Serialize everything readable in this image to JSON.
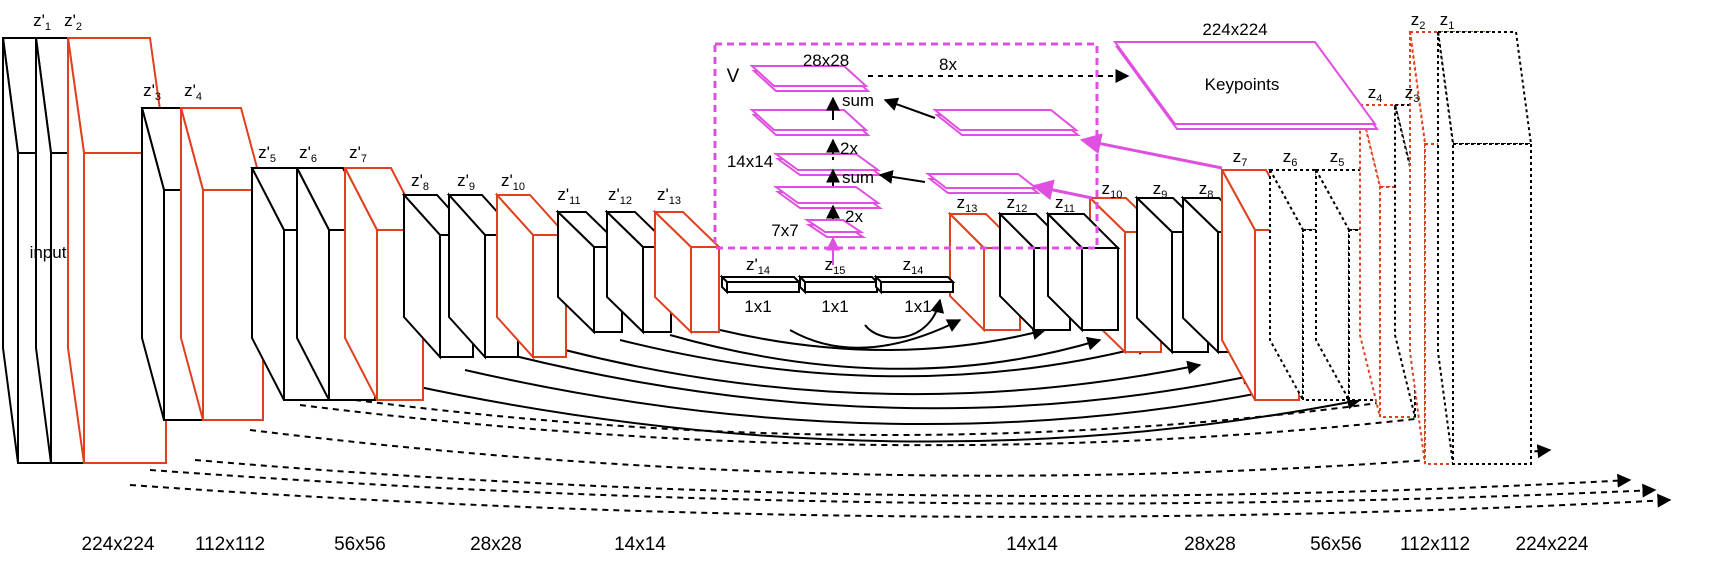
{
  "input_label": "input",
  "keypoints_label": "Keypoints",
  "keypoints_dim": "224x224",
  "box_v": "V",
  "up_labels": [
    "28x28",
    "14x14",
    "7x7",
    "8x",
    "2x",
    "2x",
    "sum",
    "sum"
  ],
  "bottom_dims": [
    "224x224",
    "112x112",
    "56x56",
    "28x28",
    "14x14",
    "14x14",
    "28x28",
    "56x56",
    "112x112",
    "224x224"
  ],
  "bottleneck_dims": [
    "1x1",
    "1x1",
    "1x1"
  ],
  "bottleneck_labels": [
    {
      "base": "z'",
      "sub": "14"
    },
    {
      "base": "z",
      "sub": "15"
    },
    {
      "base": "z",
      "sub": "14"
    }
  ],
  "encoder_labels": [
    {
      "base": "z'",
      "sub": "1"
    },
    {
      "base": "z'",
      "sub": "2"
    },
    {
      "base": "z'",
      "sub": "3"
    },
    {
      "base": "z'",
      "sub": "4"
    },
    {
      "base": "z'",
      "sub": "5"
    },
    {
      "base": "z'",
      "sub": "6"
    },
    {
      "base": "z'",
      "sub": "7"
    },
    {
      "base": "z'",
      "sub": "8"
    },
    {
      "base": "z'",
      "sub": "9"
    },
    {
      "base": "z'",
      "sub": "10"
    },
    {
      "base": "z'",
      "sub": "11"
    },
    {
      "base": "z'",
      "sub": "12"
    },
    {
      "base": "z'",
      "sub": "13"
    }
  ],
  "decoder_labels": [
    {
      "base": "z",
      "sub": "13"
    },
    {
      "base": "z",
      "sub": "12"
    },
    {
      "base": "z",
      "sub": "11"
    },
    {
      "base": "z",
      "sub": "10"
    },
    {
      "base": "z",
      "sub": "9"
    },
    {
      "base": "z",
      "sub": "8"
    },
    {
      "base": "z",
      "sub": "7"
    },
    {
      "base": "z",
      "sub": "6"
    },
    {
      "base": "z",
      "sub": "5"
    },
    {
      "base": "z",
      "sub": "4"
    },
    {
      "base": "z",
      "sub": "3"
    },
    {
      "base": "z",
      "sub": "2"
    },
    {
      "base": "z",
      "sub": "1"
    }
  ],
  "colors": {
    "black": "#000000",
    "red": "#e0401f",
    "magenta": "#e050e0"
  }
}
